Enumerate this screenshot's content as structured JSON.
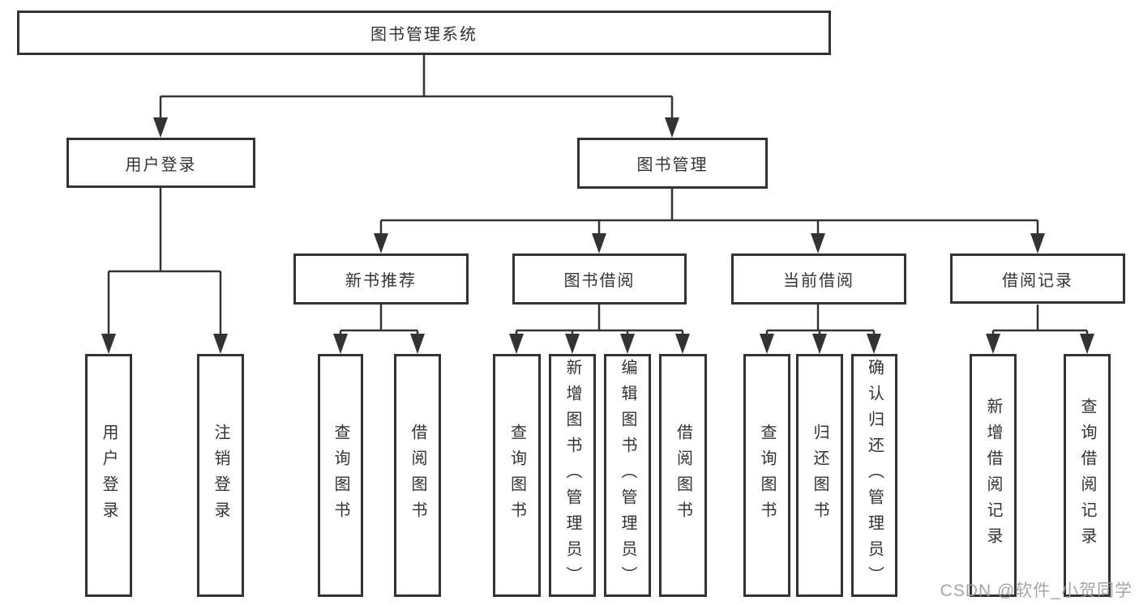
{
  "diagram_title": "图书管理系统",
  "tree": {
    "label": "图书管理系统",
    "children": [
      {
        "label": "用户登录",
        "children": [
          {
            "label": "用户登录"
          },
          {
            "label": "注销登录"
          }
        ]
      },
      {
        "label": "图书管理",
        "children": [
          {
            "label": "新书推荐",
            "children": [
              {
                "label": "查询图书"
              },
              {
                "label": "借阅图书"
              }
            ]
          },
          {
            "label": "图书借阅",
            "children": [
              {
                "label": "查询图书"
              },
              {
                "label": "新增图书（管理员）"
              },
              {
                "label": "编辑图书（管理员）"
              },
              {
                "label": "借阅图书"
              }
            ]
          },
          {
            "label": "当前借阅",
            "children": [
              {
                "label": "查询图书"
              },
              {
                "label": "归还图书"
              },
              {
                "label": "确认归还（管理员）"
              }
            ]
          },
          {
            "label": "借阅记录",
            "children": [
              {
                "label": "新增借阅记录"
              },
              {
                "label": "查询借阅记录"
              }
            ]
          }
        ]
      }
    ]
  },
  "watermark": "CSDN @软件_小贺同学",
  "colors": {
    "line": "#333333",
    "box_border": "#333333",
    "text": "#333333",
    "watermark": "#9e9e9e",
    "background": "#ffffff"
  }
}
